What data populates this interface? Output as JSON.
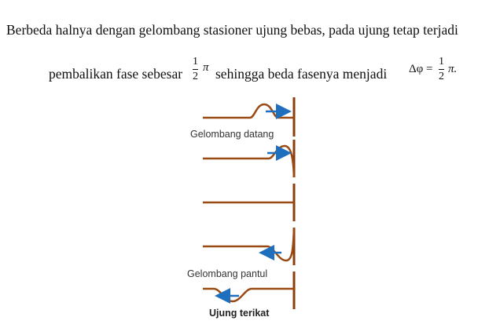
{
  "paragraph": {
    "line1": "Berbeda halnya dengan gelombang stasioner ujung bebas, pada ujung tetap terjadi",
    "line2_part1": "pembalikan fase sebesar",
    "frac1_num": "1",
    "frac1_den": "2",
    "frac1_suffix": "π",
    "line2_part2": "sehingga beda fasenya menjadi",
    "eq_lhs": "Δφ =",
    "frac2_num": "1",
    "frac2_den": "2",
    "frac2_suffix": "π."
  },
  "figure": {
    "label_incoming": "Gelombang datang",
    "label_reflected": "Gelombang pantul",
    "caption": "Ujung terikat",
    "colors": {
      "string": "#9a4a13",
      "wall": "#8a3e0c",
      "arrow": "#1f6fbf"
    }
  }
}
